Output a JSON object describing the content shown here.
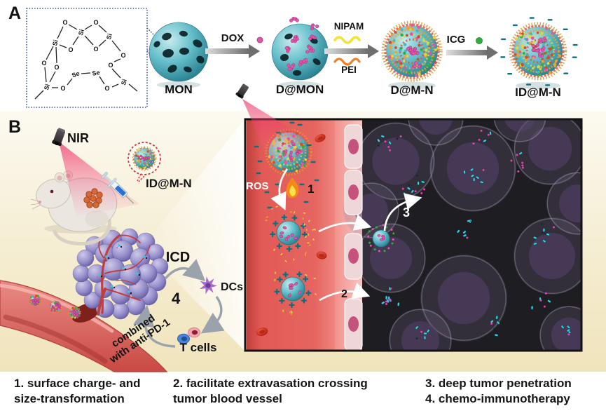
{
  "colors": {
    "teal_sphere": "#5ab9c6",
    "pink_drug": "#e455a8",
    "yellow_polymer": "#f0e33a",
    "orange_polymer": "#ee7f2b",
    "green_dye": "#2fae3e",
    "charge_mark_teal": "#0f6f7c",
    "vessel_red": "#dd4f4f",
    "panel_b_cream": "#f0e4bb",
    "tumor_purple": "#8d86c4",
    "dashed_box_blue": "#3a4fa0",
    "arrow_gray": "#6e6e6e",
    "cycle_arrow_gray": "#9aa2ac"
  },
  "panel_a": {
    "label": "A",
    "molecule_atoms": [
      "O",
      "O",
      "Si",
      "Si",
      "Si",
      "O",
      "O",
      "O",
      "O",
      "O",
      "O",
      "Se",
      "Se",
      "Si",
      "O",
      "O",
      "Si"
    ],
    "mon_label": "MON",
    "dox_label": "DOX",
    "d_mon_label": "D@MON",
    "nipam_label": "NIPAM",
    "pei_label": "PEI",
    "d_m_n_label": "D@M-N",
    "icg_label": "ICG",
    "id_m_n_label": "ID@M-N"
  },
  "panel_b": {
    "label": "B",
    "nir_label": "NIR",
    "injected_particle_label": "ID@M-N",
    "icd_label": "ICD",
    "dcs_label": "DCs",
    "cycle_number": "4",
    "t_cells_label": "T cells",
    "combined_text_line1": "combined",
    "combined_text_line2": "with anti-PD-1",
    "inset": {
      "ros_label": "ROS",
      "step1": "1",
      "step2": "2",
      "step3": "3"
    }
  },
  "captions": [
    {
      "lines": [
        "1. surface charge- and",
        "size-transformation"
      ]
    },
    {
      "lines": [
        "2. facilitate extravasation crossing",
        "tumor blood vessel"
      ]
    },
    {
      "lines": [
        "3. deep tumor penetration",
        "4. chemo-immunotherapy"
      ]
    }
  ]
}
